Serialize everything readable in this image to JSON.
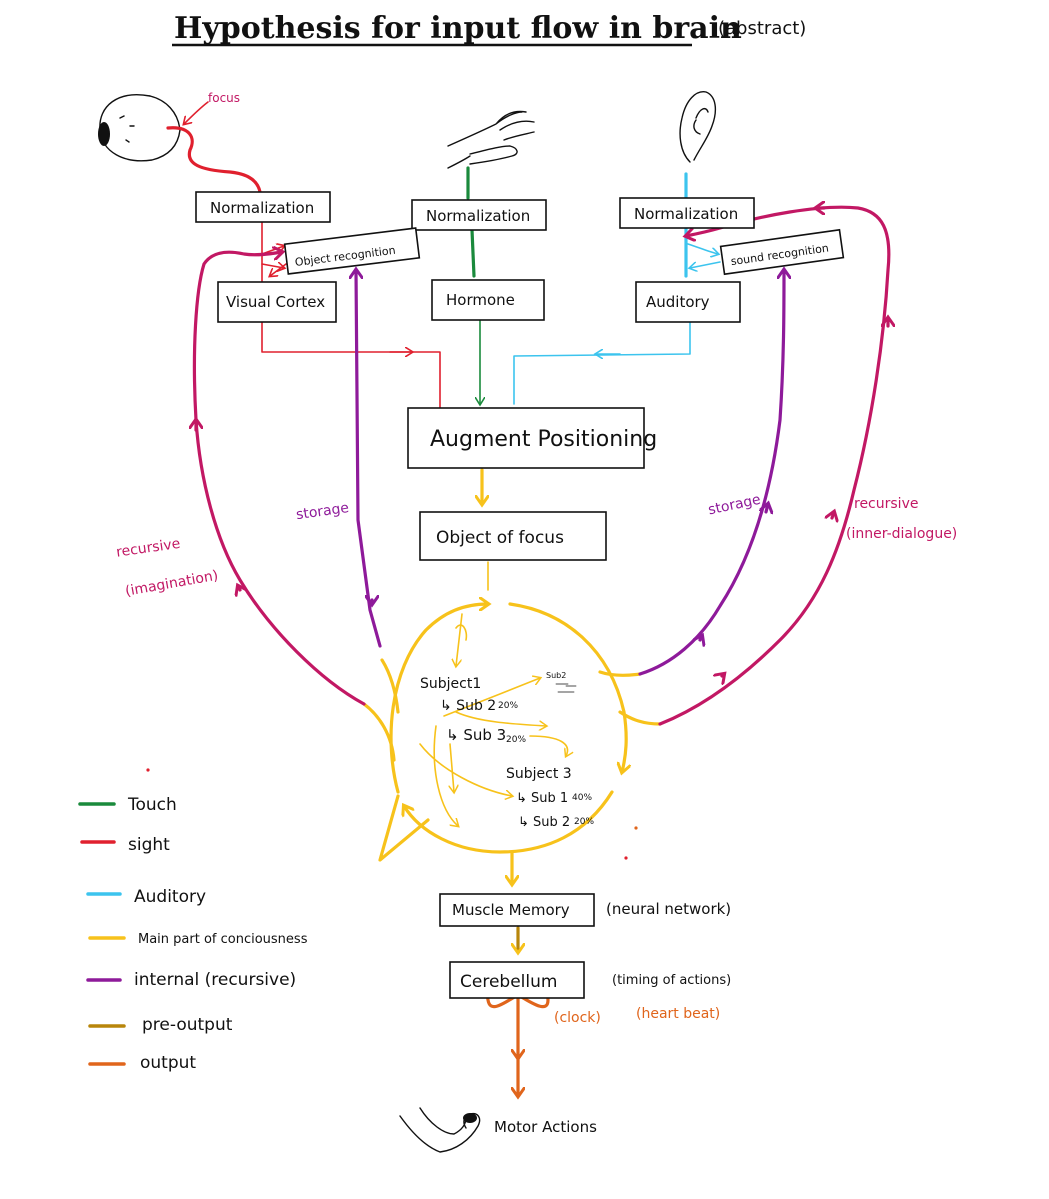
{
  "title": "Hypothesis for input flow in brain",
  "subtitle": "(abstract)",
  "colors": {
    "touch": "#1a8a3c",
    "sight": "#e0202e",
    "auditory": "#3cc4ee",
    "main": "#f7c21b",
    "internal": "#8e1a9a",
    "recursive": "#c21864",
    "pre_output": "#b8860b",
    "output": "#e0651c"
  },
  "icons": {
    "eye": "eye-icon",
    "hand": "hand-icon",
    "ear": "ear-icon",
    "arm": "flexed-arm-icon"
  },
  "inputs": {
    "focus_label": "focus"
  },
  "boxes": {
    "norm_sight": "Normalization",
    "norm_touch": "Normalization",
    "norm_audio": "Normalization",
    "object_recognition": "Object recognition",
    "sound_recognition": "sound recognition",
    "visual_cortex": "Visual Cortex",
    "hormone": "Hormone",
    "auditory": "Auditory",
    "augment_positioning": "Augment Positioning",
    "object_of_focus": "Object of focus",
    "muscle_memory": "Muscle Memory",
    "cerebellum": "Cerebellum",
    "motor_actions": "Motor Actions"
  },
  "annotations": {
    "storage_left": "storage",
    "storage_right": "storage",
    "recursive_left": "recursive",
    "imagination": "(imagination)",
    "recursive_right": "recursive",
    "inner_dialogue": "(inner-dialogue)",
    "neural_network": "(neural network)",
    "timing_of_actions": "(timing of actions)",
    "clock": "(clock)",
    "heart_beat": "(heart beat)"
  },
  "consciousness": {
    "subject1": "Subject1",
    "s1_sub2": "↳ Sub 2",
    "s1_sub2_pct": "20%",
    "s1_sub3": "↳ Sub 3",
    "s1_sub3_pct": "20%",
    "subject3": "Subject 3",
    "s3_sub1": "↳ Sub 1",
    "s3_sub1_pct": "40%",
    "s3_sub2": "↳ Sub 2",
    "s3_sub2_pct": "20%",
    "mini_sub2": "Sub2"
  },
  "legend": [
    {
      "label": "Touch",
      "color": "#1a8a3c"
    },
    {
      "label": "sight",
      "color": "#e0202e"
    },
    {
      "label": "Auditory",
      "color": "#3cc4ee"
    },
    {
      "label": "Main part of conciousness",
      "color": "#f7c21b"
    },
    {
      "label": "internal (recursive)",
      "color": "#8e1a9a"
    },
    {
      "label": "pre-output",
      "color": "#b8860b"
    },
    {
      "label": "output",
      "color": "#e0651c"
    }
  ]
}
